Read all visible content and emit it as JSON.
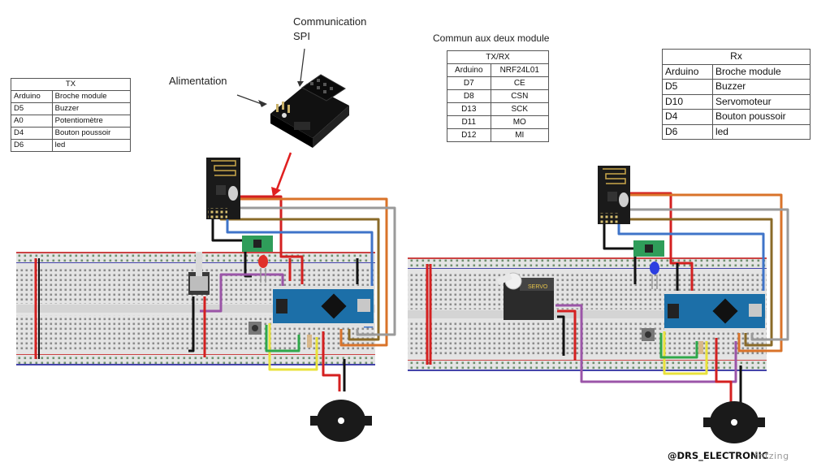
{
  "labels": {
    "communication_line1": "Communication",
    "communication_line2": "SPI",
    "alimentation": "Alimentation",
    "commun": "Commun aux deux module"
  },
  "tx_table": {
    "title": "TX",
    "headers": [
      "Arduino",
      "Broche module"
    ],
    "rows": [
      [
        "D5",
        "Buzzer"
      ],
      [
        "A0",
        "Potentiomètre"
      ],
      [
        "D4",
        "Bouton poussoir"
      ],
      [
        "D6",
        "led"
      ]
    ]
  },
  "txrx_table": {
    "title": "TX/RX",
    "headers": [
      "Arduino",
      "NRF24L01"
    ],
    "rows": [
      [
        "D7",
        "CE"
      ],
      [
        "D8",
        "CSN"
      ],
      [
        "D13",
        "SCK"
      ],
      [
        "D11",
        "MO"
      ],
      [
        "D12",
        "MI"
      ]
    ]
  },
  "rx_table": {
    "title": "Rx",
    "headers": [
      "Arduino",
      "Broche module"
    ],
    "rows": [
      [
        "D5",
        "Buzzer"
      ],
      [
        "D10",
        "Servomoteur"
      ],
      [
        "D4",
        "Bouton poussoir"
      ],
      [
        "D6",
        "led"
      ]
    ]
  },
  "servo_label": "SERVO",
  "footer": {
    "brand": "@DRS_ELECTRONIC",
    "tool": "fritzing"
  },
  "colors": {
    "wire_red": "#d42020",
    "wire_black": "#111111",
    "wire_orange": "#d9732a",
    "wire_brown": "#8a6a28",
    "wire_gray": "#9a9a9a",
    "wire_blue": "#3f74c9",
    "wire_purple": "#9b55a8",
    "wire_yellow": "#e9e23a",
    "wire_green": "#2fa84a",
    "arduino": "#1c6fa8",
    "nrf_pcb": "#1a1a1a",
    "led_tx": "#e0302a",
    "led_rx": "#2c3fe0",
    "arrow": "#e02020"
  }
}
